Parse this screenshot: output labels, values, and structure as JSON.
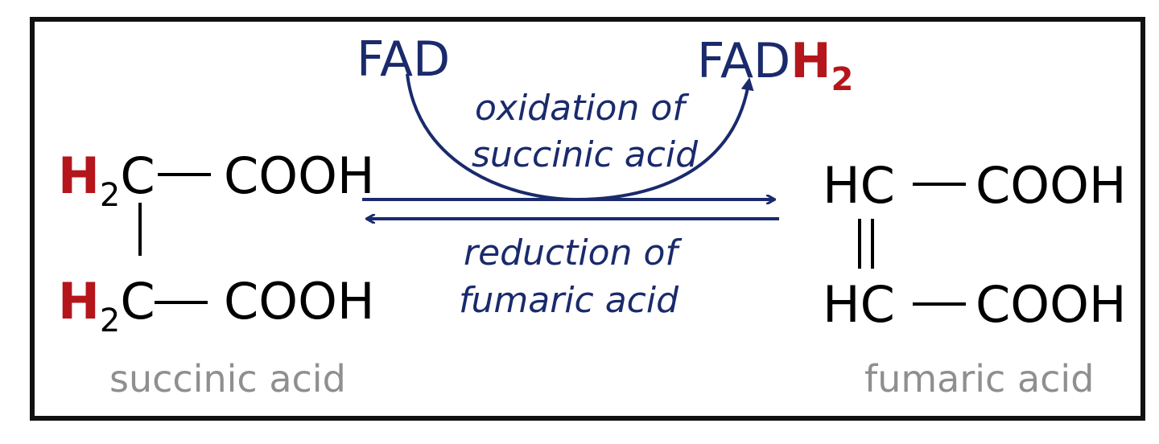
{
  "succinic": {
    "top_h": "H",
    "top_sub": "2",
    "top_c": "C",
    "top_cooh": "COOH",
    "bottom_h": "H",
    "bottom_sub": "2",
    "bottom_c": "C",
    "bottom_cooh": "COOH",
    "name": "succinic acid"
  },
  "fumaric": {
    "top_hc": "HC",
    "top_cooh": "COOH",
    "bottom_hc": "HC",
    "bottom_cooh": "COOH",
    "name": "fumaric acid"
  },
  "cofactor": {
    "left": "FAD",
    "right_base": "FAD",
    "right_h": "H",
    "right_sub": "2"
  },
  "forward": {
    "line1": "oxidation of",
    "line2": "succinic acid"
  },
  "reverse": {
    "line1": "reduction of",
    "line2": "fumaric acid"
  },
  "colors": {
    "arrow": "#1a2a6c",
    "hydrogen": "#b5161b",
    "name_gray": "#8f8f8f",
    "frame": "#111111"
  }
}
